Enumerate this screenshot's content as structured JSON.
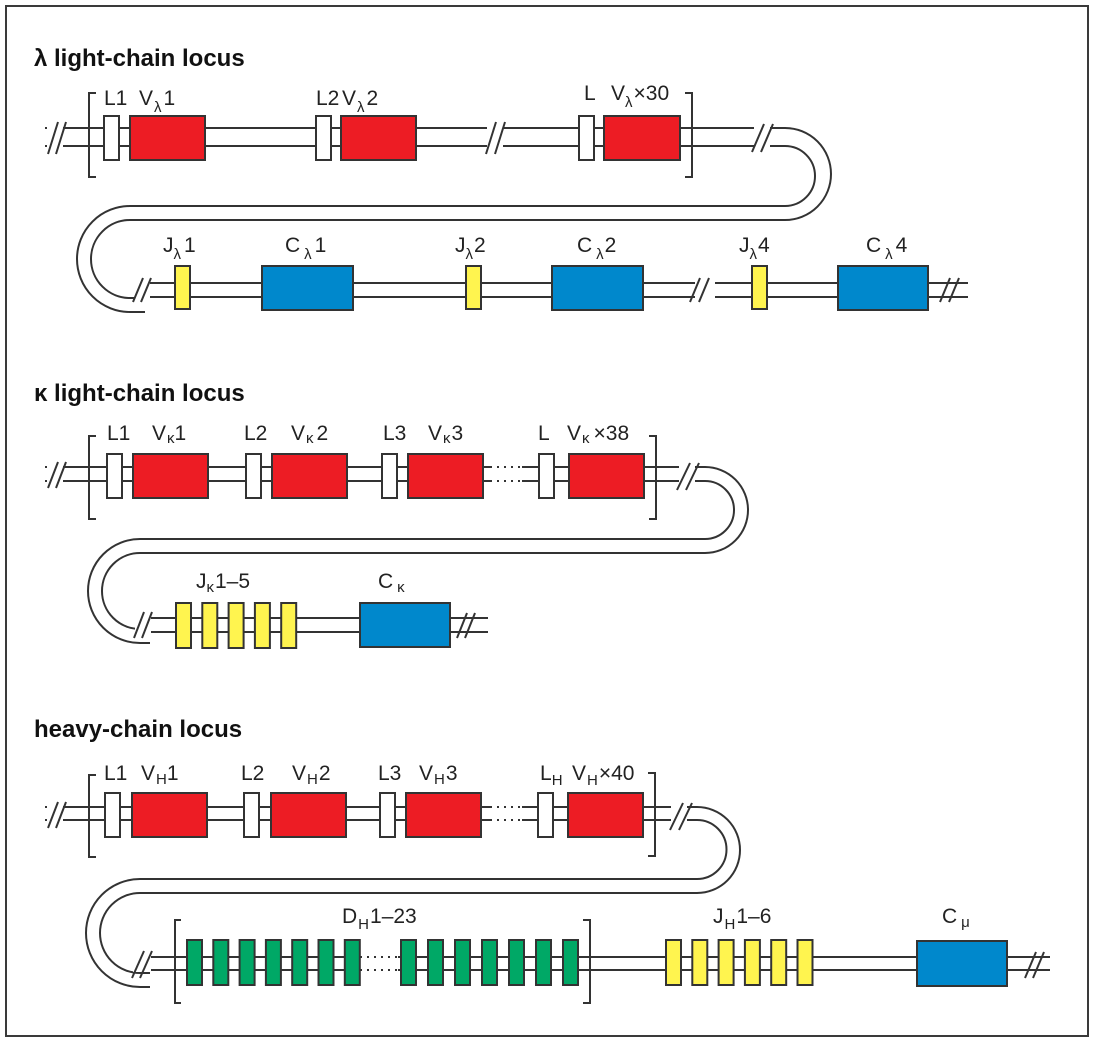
{
  "colors": {
    "V": "#ed1c24",
    "L": "#ffffff",
    "J": "#fff44f",
    "C": "#0088cc",
    "D": "#00a866"
  },
  "loci": [
    {
      "id": "lambda",
      "title": "λ light-chain locus",
      "v_labels": [
        {
          "leader": "L1",
          "main": "V",
          "sub": "λ",
          "suffix": "1"
        },
        {
          "leader": "L2",
          "main": "V",
          "sub": "λ",
          "suffix": "2"
        },
        {
          "leader": "L",
          "main": "V",
          "sub": "λ",
          "suffix": "×30"
        }
      ],
      "row2_labels": [
        {
          "main": "J",
          "sub": "λ",
          "suffix": "1"
        },
        {
          "main": "C",
          "sub": "λ",
          "suffix": "1"
        },
        {
          "main": "J",
          "sub": "λ",
          "suffix": "2"
        },
        {
          "main": "C",
          "sub": "λ",
          "suffix": "2"
        },
        {
          "main": "J",
          "sub": "λ",
          "suffix": "4"
        },
        {
          "main": "C",
          "sub": "λ",
          "suffix": "4"
        }
      ]
    },
    {
      "id": "kappa",
      "title": "κ light-chain locus",
      "v_labels": [
        {
          "leader": "L1",
          "main": "V",
          "sub": "κ",
          "suffix": "1"
        },
        {
          "leader": "L2",
          "main": "V",
          "sub": "κ",
          "suffix": "2"
        },
        {
          "leader": "L3",
          "main": "V",
          "sub": "κ",
          "suffix": "3"
        },
        {
          "leader": "L",
          "main": "V",
          "sub": "κ",
          "suffix": "×38"
        }
      ],
      "row2_labels": [
        {
          "main": "J",
          "sub": "κ",
          "suffix": "1–5"
        },
        {
          "main": "C",
          "sub": "κ",
          "suffix": ""
        }
      ],
      "j_count_shown": 5
    },
    {
      "id": "heavy",
      "title": "heavy-chain locus",
      "v_labels": [
        {
          "leader": "L1",
          "main": "V",
          "sub": "H",
          "suffix": "1"
        },
        {
          "leader": "L2",
          "main": "V",
          "sub": "H",
          "suffix": "2"
        },
        {
          "leader": "L3",
          "main": "V",
          "sub": "H",
          "suffix": "3"
        },
        {
          "leader": "L",
          "leader_sub": "H",
          "main": "V",
          "sub": "H",
          "suffix": "×40"
        }
      ],
      "row2_labels": [
        {
          "main": "D",
          "sub": "H",
          "suffix": "1–23"
        },
        {
          "main": "J",
          "sub": "H",
          "suffix": "1–6"
        },
        {
          "main": "C",
          "sub": "μ",
          "suffix": ""
        }
      ],
      "d_count_shown": 14,
      "j_count_shown": 6
    }
  ]
}
